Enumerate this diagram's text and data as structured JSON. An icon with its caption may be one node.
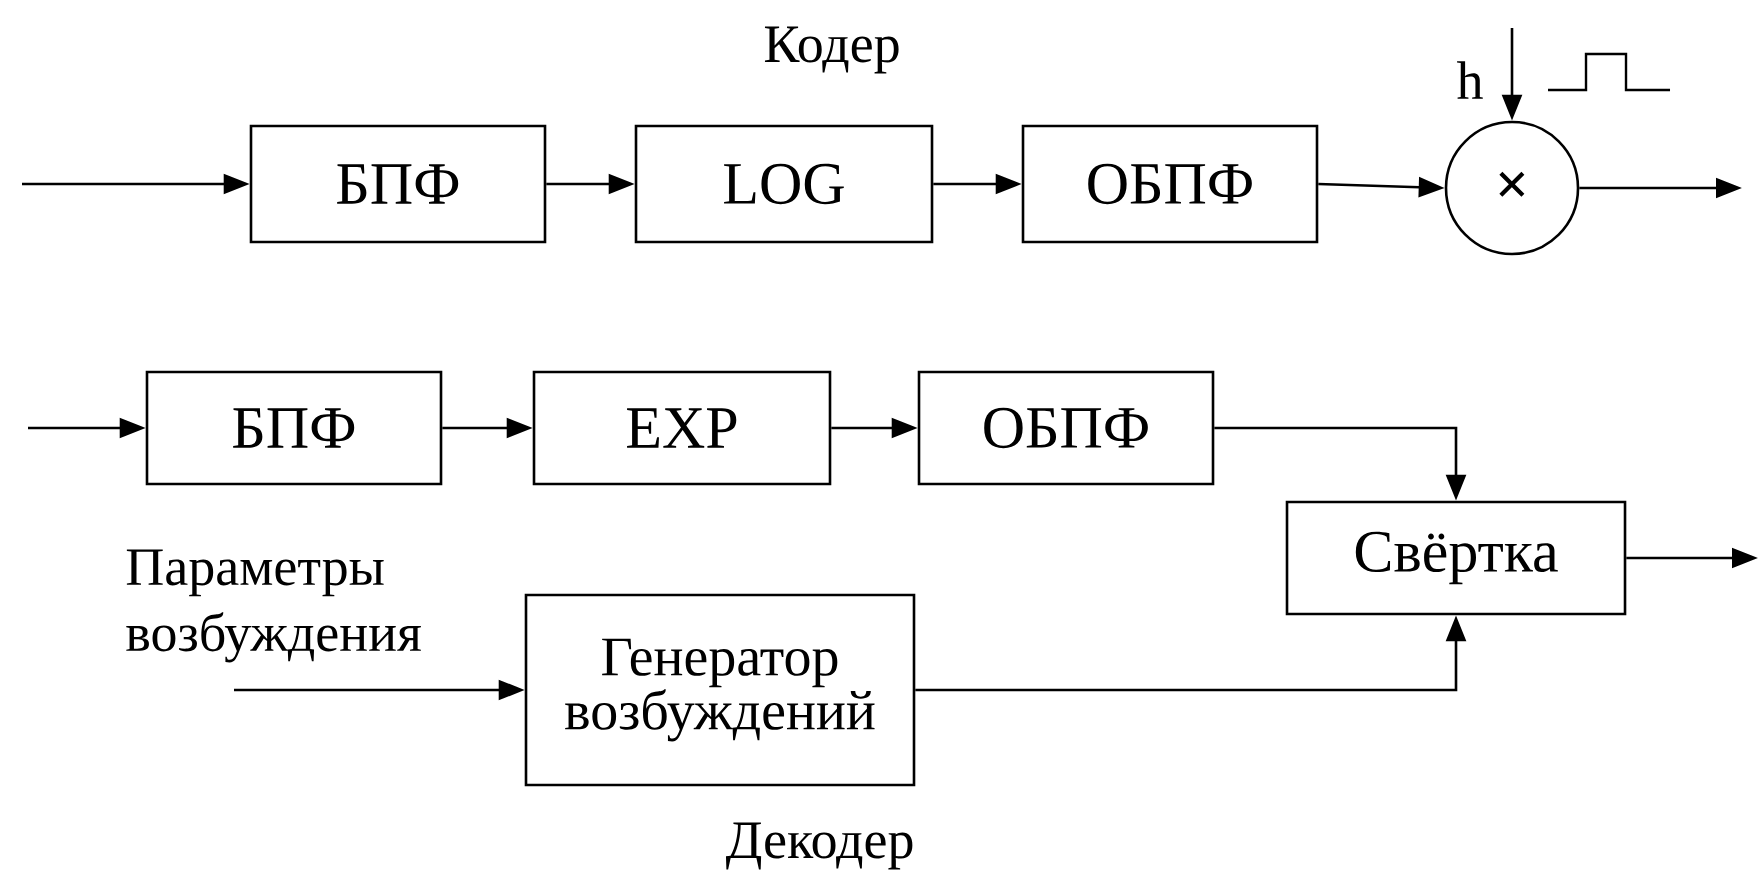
{
  "diagram": {
    "nodes": [
      {
        "text": [
          "БПФ"
        ]
      },
      {
        "text": [
          "LOG"
        ]
      },
      {
        "text": [
          "ОБПФ"
        ]
      },
      {
        "text": [
          "×"
        ]
      },
      {
        "text": [
          "БПФ"
        ]
      },
      {
        "text": [
          "EXP"
        ]
      },
      {
        "text": [
          "ОБПФ"
        ]
      },
      {
        "text": [
          "Свёртка"
        ]
      },
      {
        "text": [
          "Генератор возбуждений"
        ]
      }
    ],
    "edges": [
      {
        "from": null,
        "to": 0,
        "arrow": "to"
      },
      {
        "from": 0,
        "to": 1,
        "arrow": "to"
      },
      {
        "from": 1,
        "to": 2,
        "arrow": "to"
      },
      {
        "from": 2,
        "to": 3,
        "arrow": "to"
      },
      {
        "from": null,
        "to": 3,
        "arrow": "to"
      },
      {
        "from": 3,
        "to": null,
        "arrow": "to"
      },
      {
        "from": null,
        "to": 4,
        "arrow": "to"
      },
      {
        "from": 4,
        "to": 5,
        "arrow": "to"
      },
      {
        "from": 5,
        "to": 6,
        "arrow": "to"
      },
      {
        "from": 6,
        "to": 7,
        "arrow": "to"
      },
      {
        "from": 8,
        "to": 7,
        "arrow": "to"
      },
      {
        "from": 7,
        "to": null,
        "arrow": "to"
      },
      {
        "from": null,
        "to": 8,
        "arrow": "to"
      }
    ],
    "labels": [
      "Кодер",
      "h",
      "Параметры возбуждения",
      "Декодер"
    ]
  }
}
